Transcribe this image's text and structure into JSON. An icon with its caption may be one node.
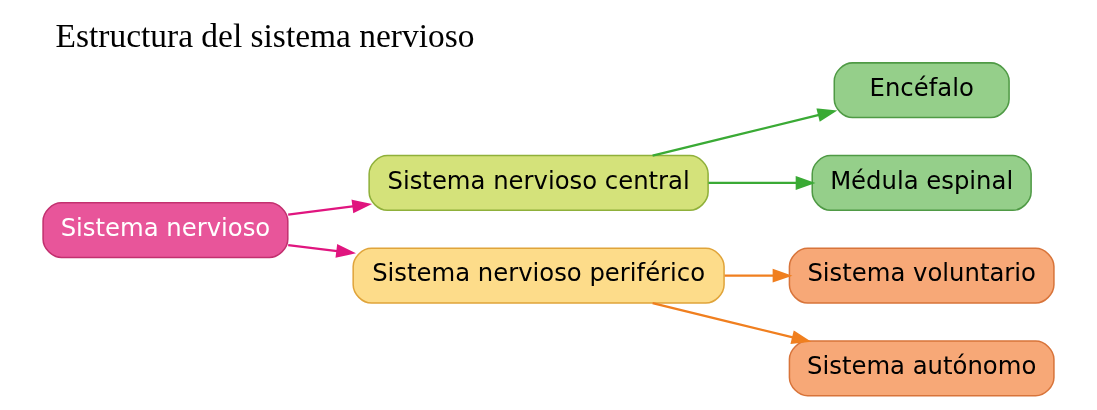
{
  "diagram": {
    "title": "Estructura del sistema nervioso",
    "nodes": [
      {
        "text": [
          "Sistema nervioso"
        ]
      },
      {
        "text": [
          "Sistema nervioso central"
        ]
      },
      {
        "text": [
          "Encéfalo"
        ]
      },
      {
        "text": [
          "Médula espinal"
        ]
      },
      {
        "text": [
          "Sistema nervioso periférico"
        ]
      },
      {
        "text": [
          "Sistema voluntario"
        ]
      },
      {
        "text": [
          "Sistema autónomo"
        ]
      }
    ],
    "edges": [
      {
        "from": 0,
        "to": 1,
        "arrow": "to",
        "color": "#e0157f"
      },
      {
        "from": 0,
        "to": 4,
        "arrow": "to",
        "color": "#e0157f"
      },
      {
        "from": 1,
        "to": 2,
        "arrow": "to",
        "color": "#3aaa35"
      },
      {
        "from": 1,
        "to": 3,
        "arrow": "to",
        "color": "#3aaa35"
      },
      {
        "from": 4,
        "to": 5,
        "arrow": "to",
        "color": "#f07f1f"
      },
      {
        "from": 4,
        "to": 6,
        "arrow": "to",
        "color": "#f07f1f"
      }
    ]
  }
}
